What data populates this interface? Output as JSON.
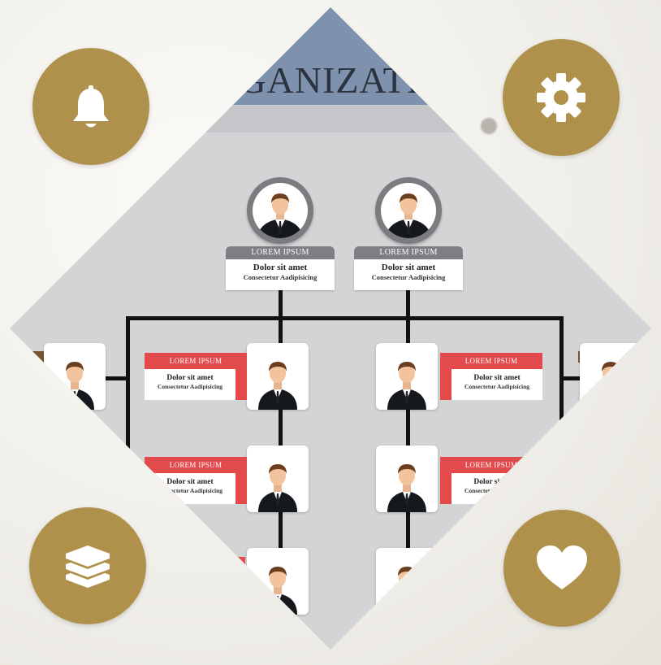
{
  "title": "ORGANIZATION",
  "top_labels": [
    {
      "header": "LOREM IPSUM",
      "line1": "Dolor sit amet",
      "line2": "Consectetur Aadipisicing"
    },
    {
      "header": "LOREM IPSUM",
      "line1": "Dolor sit amet",
      "line2": "Consectetur Aadipisicing"
    }
  ],
  "red_labels": [
    {
      "header": "LOREM IPSUM",
      "line1": "Dolor sit amet",
      "line2": "Consectetur Aadipisicing"
    },
    {
      "header": "LOREM IPSUM",
      "line1": "Dolor sit amet",
      "line2": "Consectetur Aadipisicing"
    },
    {
      "header": "LOREM IPSUM",
      "line1": "Dolor sit amet",
      "line2": "Consectetur Aadipisicing"
    },
    {
      "header": "LOREM IPSUM",
      "line1": "Dolor sit amet",
      "line2": "Consectetur Aadipisicing"
    }
  ],
  "icons": [
    "bell-icon",
    "gear-icon",
    "layers-icon",
    "heart-icon"
  ],
  "colors": {
    "gold": "#b0914b",
    "red": "#e24a4c",
    "blue": "#7e91ad"
  }
}
